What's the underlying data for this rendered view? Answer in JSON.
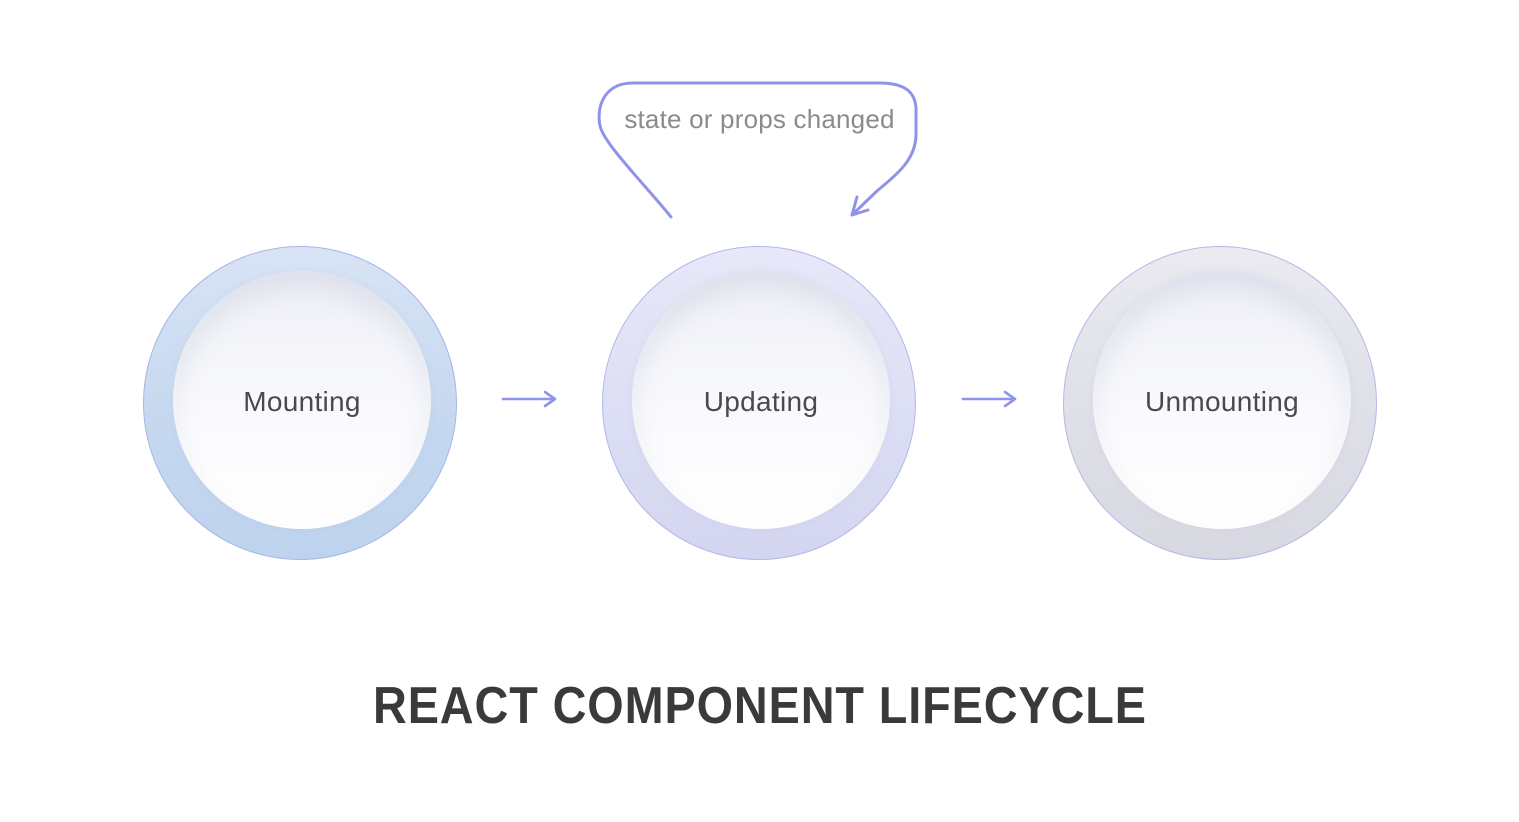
{
  "diagram": {
    "title": "REACT COMPONENT LIFECYCLE",
    "loop_annotation": {
      "label": "state or props changed",
      "target": "Updating"
    },
    "nodes": [
      {
        "id": "mounting",
        "label": "Mounting",
        "ring_color": "#c6d8f0",
        "border_color": "#a7b5e5"
      },
      {
        "id": "updating",
        "label": "Updating",
        "ring_color": "#dcdef4",
        "border_color": "#b4b7ea"
      },
      {
        "id": "unmounting",
        "label": "Unmounting",
        "ring_color": "#dfdfe8",
        "border_color": "#b6b8e7"
      }
    ],
    "arrows": [
      {
        "from": "Mounting",
        "to": "Updating"
      },
      {
        "from": "Updating",
        "to": "Unmounting"
      }
    ],
    "colors": {
      "background": "#ffffff",
      "arrow": "#8f93ea",
      "node_label_text": "#4a4a4d",
      "annotation_text": "#8b8b8e",
      "title_text": "#3a3a3c"
    }
  }
}
